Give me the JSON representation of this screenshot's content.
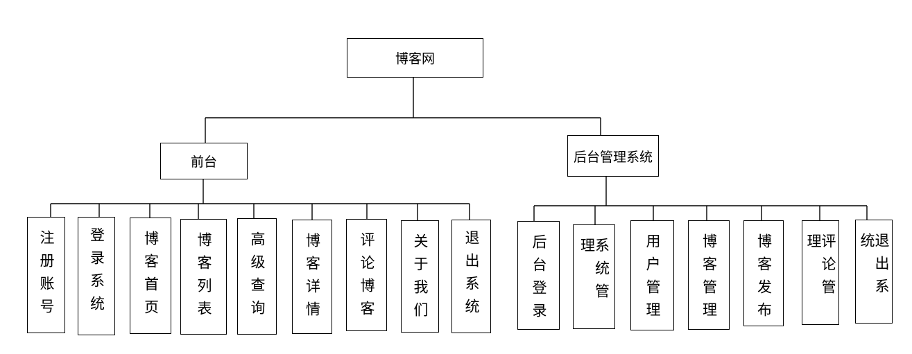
{
  "root": {
    "label": "博客网"
  },
  "frontend": {
    "label": "前台",
    "items": [
      "注册账号",
      "登录系统",
      "博客首页",
      "博客列表",
      "高级查询",
      "博客详情",
      "评论博客",
      "关于我们",
      "退出系统"
    ]
  },
  "backend": {
    "label": "后台管理系统",
    "items": [
      "后台登录",
      "系统管理",
      "用户管理",
      "博客管理",
      "博客发布",
      "评论管理",
      "退出系统"
    ]
  }
}
